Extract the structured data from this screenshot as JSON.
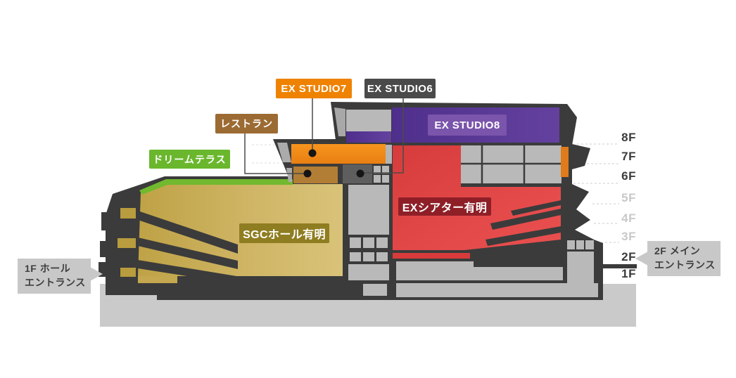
{
  "building_map": {
    "venues": {
      "ex_studio7": {
        "label": "EX STUDIO7",
        "color": "#ef8200"
      },
      "ex_studio6": {
        "label": "EX STUDIO6",
        "color": "#4a4a4a"
      },
      "ex_studio8": {
        "label": "EX STUDIO8",
        "color": "#7a55ab"
      },
      "restaurant": {
        "label": "レストラン",
        "color": "#9c6b33"
      },
      "dream_terrace": {
        "label": "ドリームテラス",
        "color": "#6ab72d"
      },
      "sgc_hall": {
        "label": "SGCホール有明",
        "color": "#8f7d21"
      },
      "ex_theater": {
        "label": "EXシアター有明",
        "color": "#8e1f27"
      }
    },
    "floors": [
      {
        "label": "8F",
        "emphasis": "dark"
      },
      {
        "label": "7F",
        "emphasis": "dark"
      },
      {
        "label": "6F",
        "emphasis": "dark"
      },
      {
        "label": "5F",
        "emphasis": "light"
      },
      {
        "label": "4F",
        "emphasis": "light"
      },
      {
        "label": "3F",
        "emphasis": "light"
      },
      {
        "label": "2F",
        "emphasis": "dark"
      },
      {
        "label": "1F",
        "emphasis": "dark"
      }
    ],
    "callouts": {
      "hall_entrance": {
        "line1": "1F ホール",
        "line2": "エントランス"
      },
      "main_entrance": {
        "line1": "2F メイン",
        "line2": "エントランス"
      }
    },
    "colors": {
      "charcoal": "#3b3b3b",
      "gold": "#c9ad58",
      "red": "#e0413f",
      "purple": "#5a3a95",
      "orange": "#f08a1c",
      "brown": "#b27e35",
      "green": "#71b92e",
      "ground": "#cacaca",
      "room_gray": "#b9b9b9"
    }
  }
}
